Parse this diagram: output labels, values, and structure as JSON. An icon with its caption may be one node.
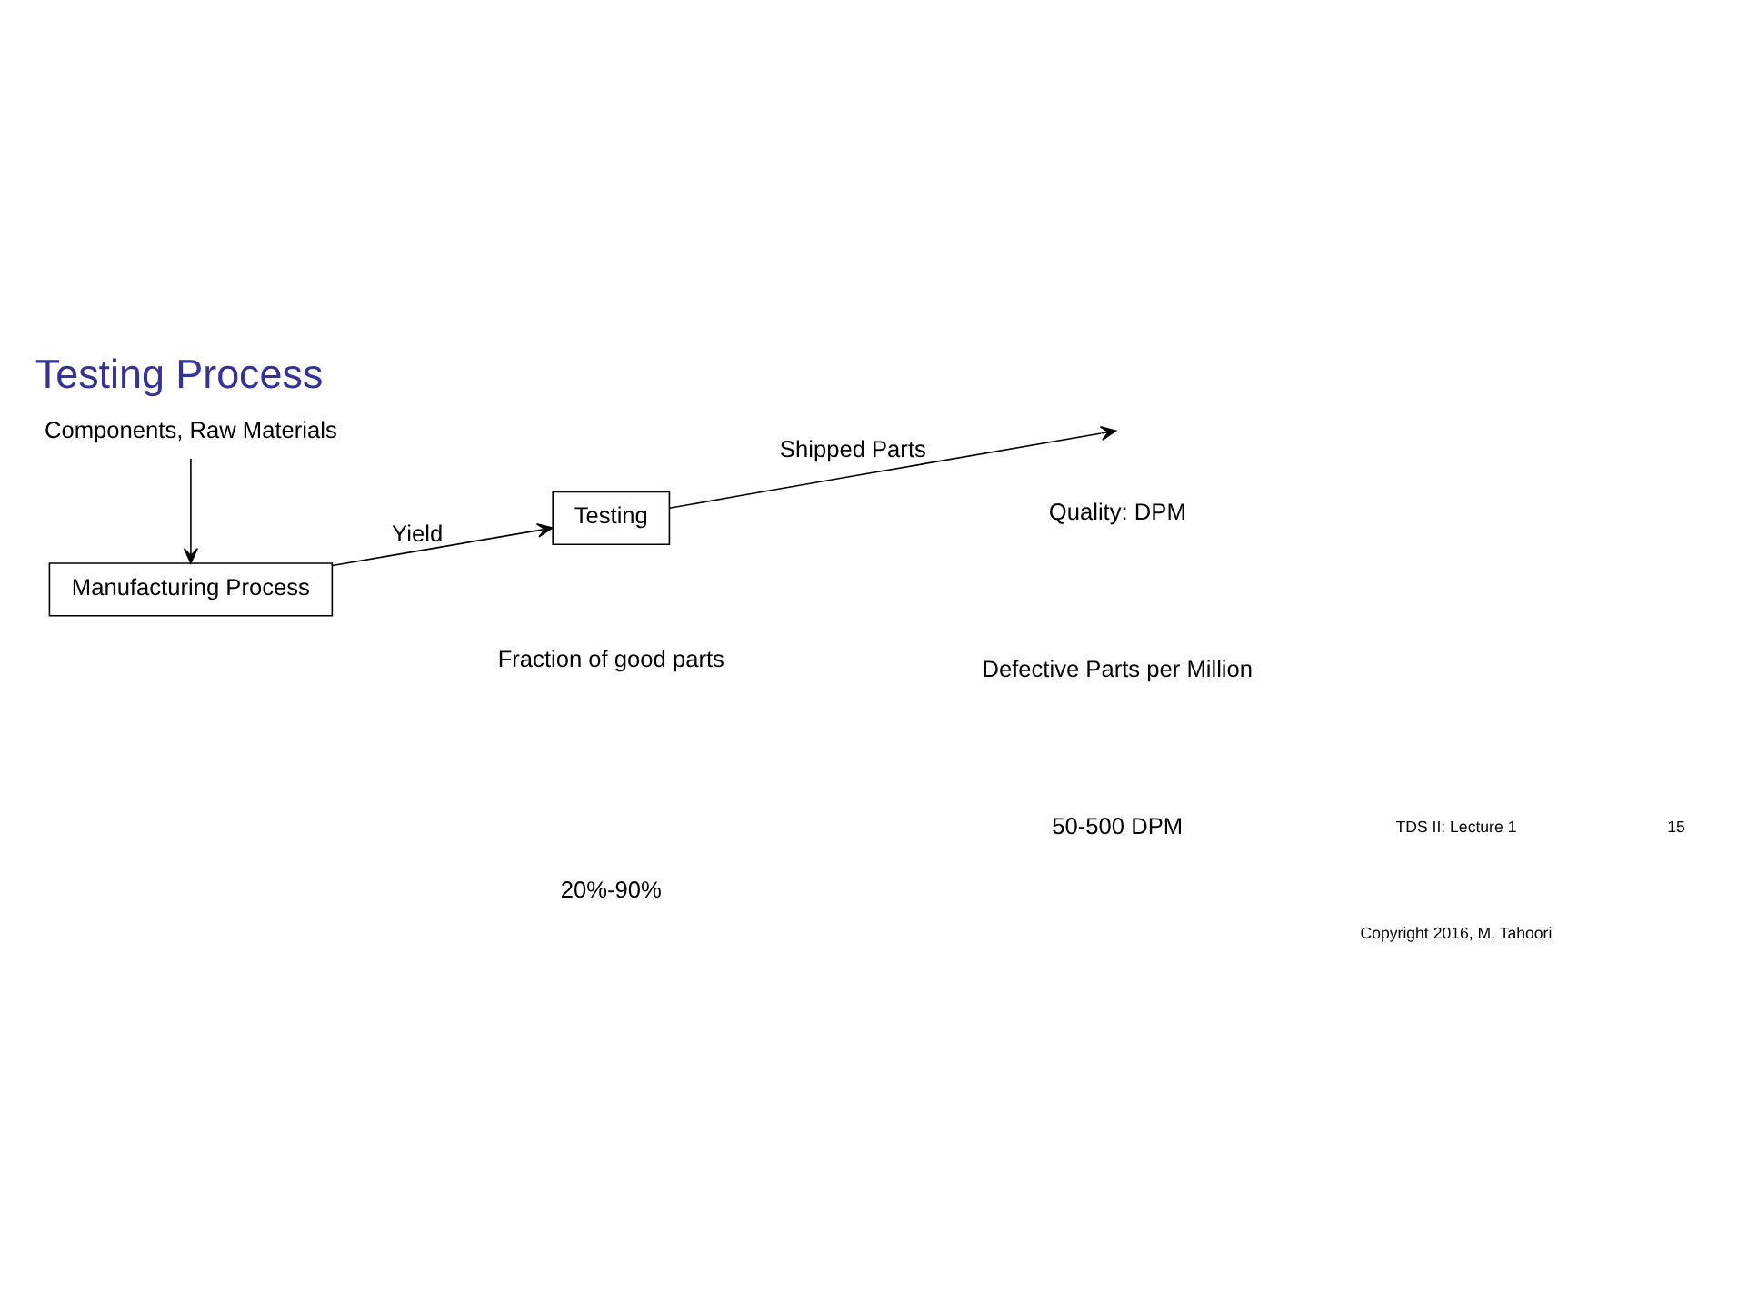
{
  "diagram": {
    "title": "Testing Process",
    "nodes": [
      {
        "text": [
          "Components, Raw Materials"
        ]
      },
      {
        "text": [
          "Manufacturing Process"
        ]
      },
      {
        "text": [
          "Testing"
        ]
      }
    ],
    "edges": [
      {
        "from": 0,
        "to": 1,
        "arrow": "to"
      },
      {
        "from": 1,
        "to": 2,
        "arrow": "to",
        "label": "Yield"
      },
      {
        "from": 2,
        "to": null,
        "arrow": "to",
        "label": "Shipped Parts"
      }
    ],
    "labels": [
      "Fraction of good parts",
      "20%-90%",
      "Quality: DPM",
      "Defective Parts per Million",
      "50-500 DPM",
      "Copyright 2016, M. Tahoori",
      "TDS II: Lecture 1",
      "15"
    ]
  }
}
